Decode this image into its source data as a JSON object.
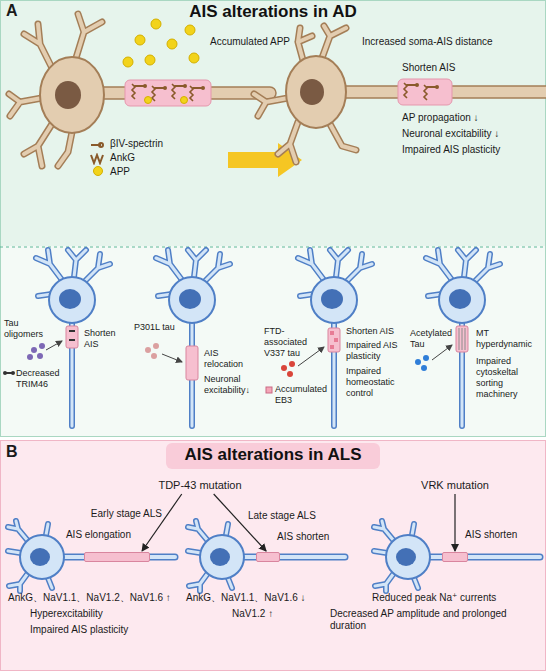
{
  "diagram": {
    "nodes": [
      {
        "text": [
          "AIS alterations in AD"
        ]
      },
      {
        "text": [
          "AIS alterations in ALS"
        ]
      },
      {
        "text": [
          "TDP-43 mutation"
        ],
        "in": 1
      },
      {
        "text": [
          "AIS elongation"
        ],
        "in": 1
      },
      {
        "text": [
          "AIS shorten"
        ],
        "in": 1
      },
      {
        "text": [
          "VRK mutation"
        ],
        "in": 1
      },
      {
        "text": [
          "AIS shorten"
        ],
        "in": 1
      }
    ],
    "edges": [
      {
        "from": 2,
        "to": 3,
        "label": "Early stage ALS",
        "arrow": "to"
      },
      {
        "from": 2,
        "to": 4,
        "label": "Late stage ALS",
        "arrow": "to"
      },
      {
        "from": 5,
        "to": 6,
        "arrow": "to"
      }
    ],
    "labels": [
      "A",
      "Accumulated APP",
      "Increased soma-AIS distance",
      "Shorten AIS",
      "AP propagation ↓",
      "Neuronal excitability ↓",
      "Impaired AIS plasticity",
      "Tau oligomers",
      "Decreased TRIM46",
      "Shorten AIS",
      "P301L tau",
      "AIS relocation",
      "Neuronal excitability↓",
      "FTD- associated V337 tau",
      "Accumulated EB3",
      "Shorten AIS",
      "Impaired AIS plasticity",
      "Impaired homeostatic control",
      "Acetylated Tau",
      "MT hyperdynamic",
      "Impaired cytoskeltal sorting machinery",
      "B",
      "AnkG、NaV1.1、NaV1.2、NaV1.6 ↑",
      "Hyperexcitability",
      "Impaired AIS plasticity",
      "AnkG、NaV1.1、NaV1.6 ↓",
      "NaV1.2 ↑",
      "Reduced peak Na⁺ currents",
      "Decreased AP amplitude and prolonged duration"
    ],
    "legend": [
      {
        "text": "βIV-spectrin"
      },
      {
        "text": "AnkG"
      },
      {
        "text": "APP",
        "color": "#f2d31b"
      }
    ]
  }
}
